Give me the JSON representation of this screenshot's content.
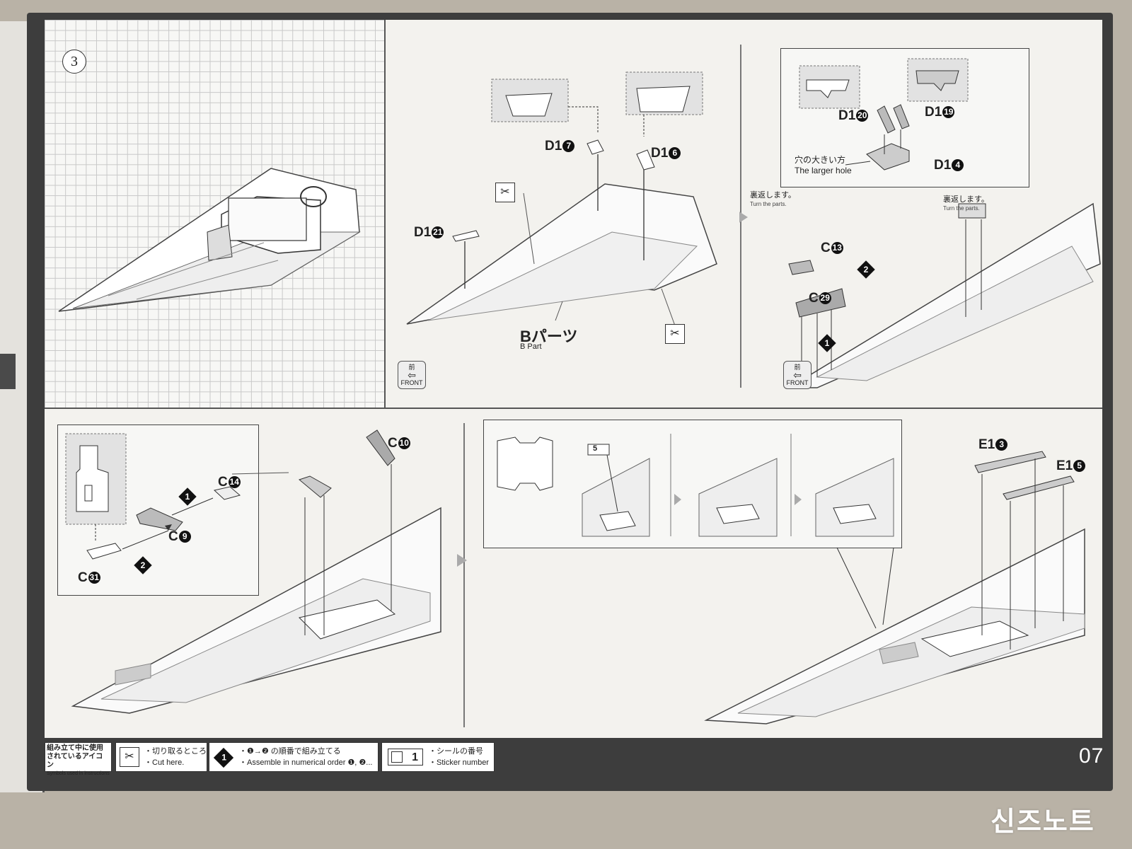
{
  "step": {
    "number": "3"
  },
  "panel_top_mid": {
    "labels": [
      {
        "part": "D1",
        "num": "7"
      },
      {
        "part": "D1",
        "num": "6"
      },
      {
        "part": "D1",
        "num": "21"
      }
    ],
    "b_part_jp": "Bパーツ",
    "b_part_en": "B Part",
    "front_jp": "前",
    "front_en": "FRONT"
  },
  "panel_top_right": {
    "turn_jp_1": "裏返します。",
    "turn_en_1": "Turn the parts.",
    "labels": [
      {
        "part": "D1",
        "num": "20"
      },
      {
        "part": "D1",
        "num": "19"
      },
      {
        "part": "D1",
        "num": "4"
      },
      {
        "part": "C",
        "num": "13"
      },
      {
        "part": "C",
        "num": "29"
      }
    ],
    "hole_jp": "穴の大きい方",
    "hole_en": "The larger hole",
    "turn_jp_2": "裏返します。",
    "turn_en_2": "Turn the parts.",
    "order": [
      "1",
      "2"
    ],
    "front_jp": "前",
    "front_en": "FRONT"
  },
  "panel_bot_left": {
    "labels": [
      {
        "part": "C",
        "num": "14"
      },
      {
        "part": "C",
        "num": "9"
      },
      {
        "part": "C",
        "num": "31"
      },
      {
        "part": "C",
        "num": "10"
      }
    ],
    "order": [
      "1",
      "2"
    ]
  },
  "panel_bot_right": {
    "sticker": "5",
    "labels": [
      {
        "part": "E1",
        "num": "3"
      },
      {
        "part": "E1",
        "num": "5"
      }
    ]
  },
  "footer": {
    "icons_title_jp_1": "組み立て中に使用",
    "icons_title_jp_2": "されているアイコン",
    "icons_title_en": "Symbols used in instructions",
    "cut_jp": "・切り取るところ",
    "cut_en": "・Cut here.",
    "order_symbol": "1",
    "order_jp": "・❶→❷ の順番で組み立てる",
    "order_en": "・Assemble in numerical order ❶, ❷...",
    "sticker_symbol": "1",
    "sticker_jp": "・シールの番号",
    "sticker_en": "・Sticker number",
    "page_number": "07"
  },
  "watermark": "신즈노트"
}
